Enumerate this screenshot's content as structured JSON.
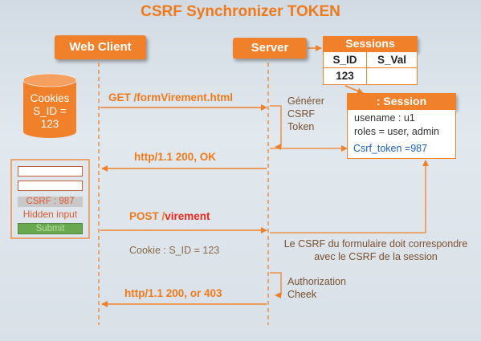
{
  "title": "CSRF Synchronizer TOKEN",
  "actors": {
    "client": "Web Client",
    "server": "Server"
  },
  "cookies": {
    "line1": "Cookies",
    "line2": "S_ID =",
    "line3": "123"
  },
  "form": {
    "hidden_field": "CSRF : 987",
    "hidden_label": "Hidden input",
    "submit_label": "Submit"
  },
  "sessions_table": {
    "title": "Sessions",
    "headers": [
      "S_ID",
      "S_Val"
    ],
    "rows": [
      [
        "123",
        ""
      ]
    ]
  },
  "session_box": {
    "title": ": Session",
    "username": "usename : u1",
    "roles": "roles = user, admin",
    "token": "Csrf_token =987"
  },
  "messages": {
    "get": "GET /formVirement.html",
    "ok": "http/1.1 200, OK",
    "post_method": "POST /",
    "post_path": "virement",
    "cookie": "Cookie : S_ID = 123",
    "final": "http/1.1 200, or 403"
  },
  "notes": {
    "generate_1": "Générer",
    "generate_2": "CSRF",
    "generate_3": "Token",
    "compare_1": "Le CSRF du formulaire doit correspondre",
    "compare_2": "avec le CSRF de la session",
    "auth_1": "Authorization",
    "auth_2": "Cheek"
  },
  "colors": {
    "accent": "#f0812a",
    "arrow": "#f0812a",
    "token_text": "#1f5fbf",
    "post_red": "#e8281c"
  }
}
